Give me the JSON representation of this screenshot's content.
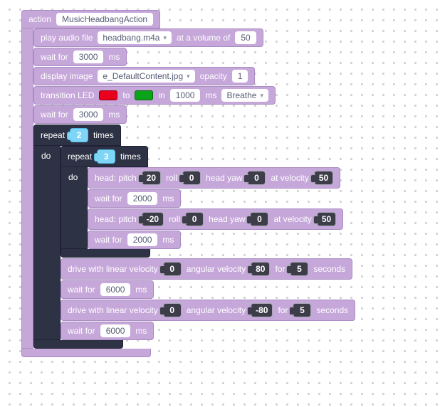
{
  "icons": {
    "dropdown_arrow": "▾"
  },
  "colors": {
    "block_purple": "#c6a7da",
    "block_dark": "#2e3245",
    "count_cyan": "#7fd5f6",
    "led_red": "#e8001c",
    "led_green": "#0aa319"
  },
  "action": {
    "label": "action",
    "name": "MusicHeadbangAction"
  },
  "play_audio": {
    "t1": "play audio file",
    "file": "headbang.m4a",
    "t2": "at a volume of",
    "volume": "50"
  },
  "display_image": {
    "t1": "display image",
    "file": "e_DefaultContent.jpg",
    "t2": "opacity",
    "opacity": "1"
  },
  "transition_led": {
    "t1": "transition LED",
    "t2": "to",
    "t3": "in",
    "duration": "1000",
    "t4": "ms",
    "style": "Breathe"
  },
  "repeat_outer": {
    "t1": "repeat",
    "count": "2",
    "t2": "times",
    "do_label": "do"
  },
  "repeat_inner": {
    "t1": "repeat",
    "count": "3",
    "t2": "times",
    "do_label": "do"
  },
  "waits": [
    {
      "t1": "wait for",
      "value": "3000",
      "t2": "ms"
    },
    {
      "t1": "wait for",
      "value": "3000",
      "t2": "ms"
    },
    {
      "t1": "wait for",
      "value": "2000",
      "t2": "ms"
    },
    {
      "t1": "wait for",
      "value": "2000",
      "t2": "ms"
    },
    {
      "t1": "wait for",
      "value": "6000",
      "t2": "ms"
    },
    {
      "t1": "wait for",
      "value": "6000",
      "t2": "ms"
    }
  ],
  "heads": [
    {
      "t1": "head: pitch",
      "pitch": "20",
      "t2": "roll",
      "roll": "0",
      "t3": "head yaw",
      "yaw": "0",
      "t4": "at velocity",
      "velocity": "50"
    },
    {
      "t1": "head: pitch",
      "pitch": "-20",
      "t2": "roll",
      "roll": "0",
      "t3": "head yaw",
      "yaw": "0",
      "t4": "at velocity",
      "velocity": "50"
    }
  ],
  "drives": [
    {
      "t1": "drive with linear velocity",
      "linear": "0",
      "t2": "angular velocity",
      "angular": "80",
      "t3": "for",
      "duration": "5",
      "t4": "seconds"
    },
    {
      "t1": "drive with linear velocity",
      "linear": "0",
      "t2": "angular velocity",
      "angular": "-80",
      "t3": "for",
      "duration": "5",
      "t4": "seconds"
    }
  ]
}
